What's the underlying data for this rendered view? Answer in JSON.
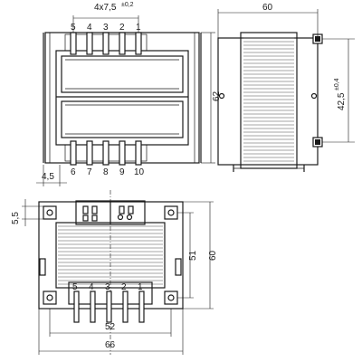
{
  "front_view": {
    "pin_dimension": {
      "main": "4x7,5",
      "tol": "±0,2"
    },
    "top_pins": [
      "5",
      "4",
      "3",
      "2",
      "1"
    ],
    "bottom_pins": [
      "6",
      "7",
      "8",
      "9",
      "10"
    ],
    "height": "62",
    "offset_dim": "4,5"
  },
  "side_view": {
    "width": "60",
    "mount_dim": {
      "main": "42,5",
      "tol": "±0,4"
    }
  },
  "bottom_view": {
    "edge_dim": "5,5",
    "pins": [
      "5",
      "4",
      "3",
      "2",
      "1"
    ],
    "inner_height": "51",
    "outer_height": "60",
    "inner_width": "52",
    "outer_width": "66"
  }
}
